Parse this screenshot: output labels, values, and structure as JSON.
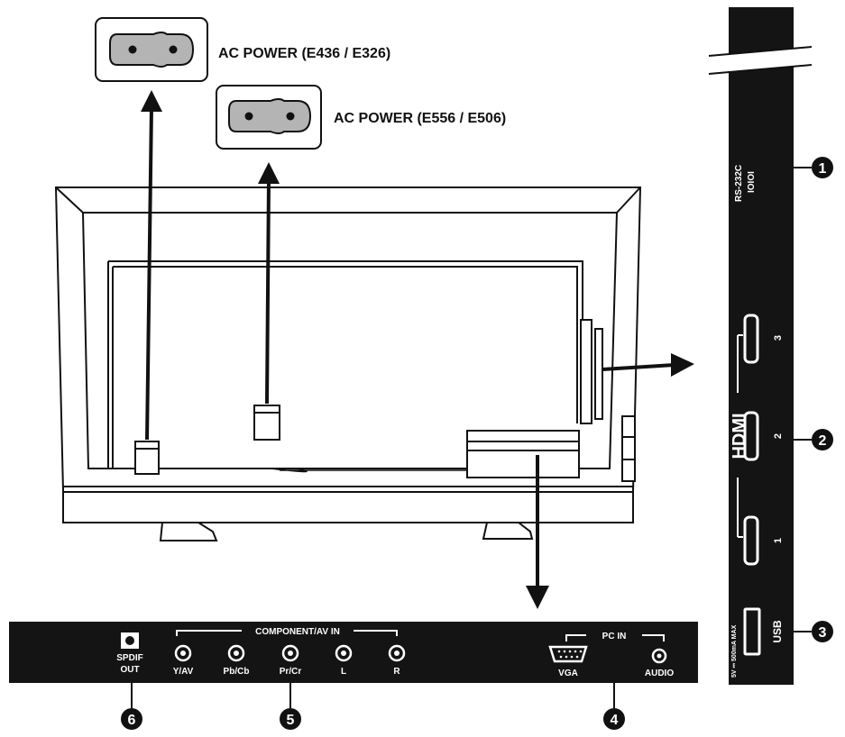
{
  "power": {
    "label_top": "AC POWER (E436 / E326)",
    "label_second": "AC POWER (E556 / E506)"
  },
  "side_panel": {
    "rs232_line1": "RS-232C",
    "rs232_line2": "IOIOI",
    "hdmi_label": "HDMI",
    "hdmi_ports": [
      "3",
      "2",
      "1"
    ],
    "usb_rating": "5V ⎓ 500mA MAX",
    "usb_label": "USB"
  },
  "bottom_panel": {
    "component_header": "COMPONENT/AV IN",
    "spdif_line1": "SPDIF",
    "spdif_line2": "OUT",
    "component_ports": [
      "Y/AV",
      "Pb/Cb",
      "Pr/Cr",
      "L",
      "R"
    ],
    "pc_header": "PC IN",
    "vga_label": "VGA",
    "audio_label": "AUDIO"
  },
  "callouts": [
    "1",
    "2",
    "3",
    "4",
    "5",
    "6"
  ],
  "colors": {
    "line": "#111111",
    "panel": "#141414",
    "outlet": "#b4b4b4",
    "white": "#ffffff"
  }
}
